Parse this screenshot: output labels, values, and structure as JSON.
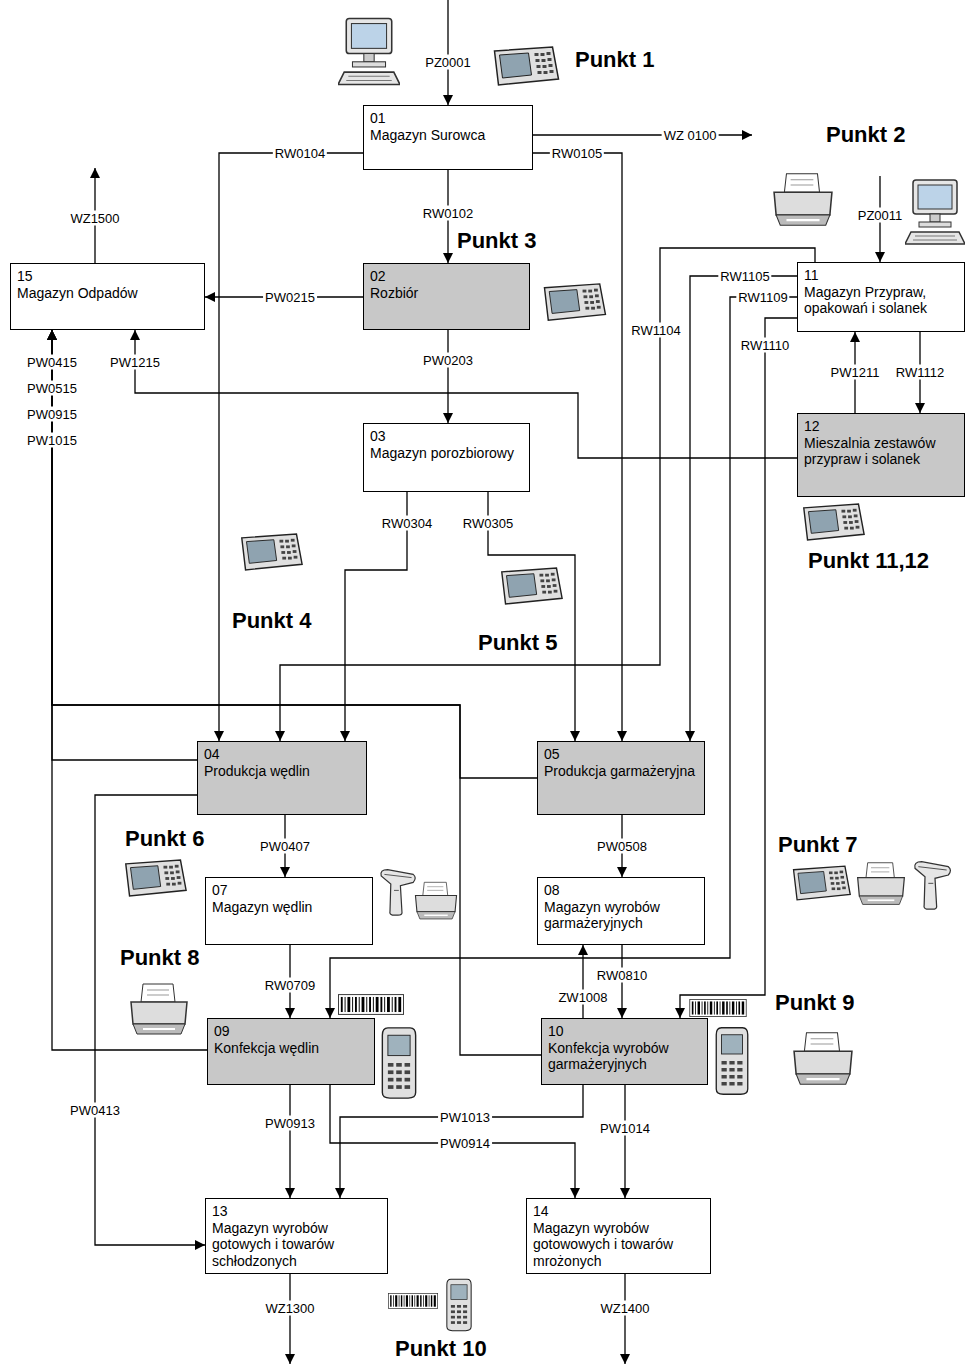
{
  "diagram": {
    "nodes": [
      {
        "text": [
          "01",
          "Magazyn Surowca"
        ]
      },
      {
        "text": [
          "15",
          "Magazyn Odpadów"
        ]
      },
      {
        "text": [
          "02",
          "Rozbiór"
        ]
      },
      {
        "text": [
          "11",
          "Magazyn Przypraw, opakowań i solanek"
        ]
      },
      {
        "text": [
          "03",
          "Magazyn porozbiorowy"
        ]
      },
      {
        "text": [
          "12",
          "Mieszalnia zestawów przypraw i solanek"
        ]
      },
      {
        "text": [
          "04",
          "Produkcja wędlin"
        ]
      },
      {
        "text": [
          "05",
          "Produkcja garmażeryjna"
        ]
      },
      {
        "text": [
          "07",
          "Magazyn wędlin"
        ]
      },
      {
        "text": [
          "08",
          "Magazyn wyrobów garmażeryjnych"
        ]
      },
      {
        "text": [
          "09",
          "Konfekcja wędlin"
        ]
      },
      {
        "text": [
          "10",
          "Konfekcja wyrobów garmażeryjnych"
        ]
      },
      {
        "text": [
          "13",
          "Magazyn wyrobów gotowych i towarów schłodzonych"
        ]
      },
      {
        "text": [
          "14",
          "Magazyn wyrobów gotowowych i towarów mrożonych"
        ]
      }
    ],
    "edges": [
      {
        "from": 0,
        "to": 2,
        "label": "RW0102",
        "arrow": "to"
      },
      {
        "from": 0,
        "to": 6,
        "label": "RW0104",
        "arrow": "to"
      },
      {
        "from": 0,
        "to": 7,
        "label": "RW0105",
        "arrow": "to"
      },
      {
        "from": 2,
        "to": 1,
        "label": "PW0215",
        "arrow": "to"
      },
      {
        "from": 2,
        "to": 4,
        "label": "PW0203",
        "arrow": "to"
      },
      {
        "from": 5,
        "to": 1,
        "label": "PW1215",
        "arrow": "to"
      },
      {
        "from": 3,
        "to": 6,
        "label": "RW1104",
        "arrow": "to"
      },
      {
        "from": 3,
        "to": 7,
        "label": "RW1105",
        "arrow": "to"
      },
      {
        "from": 3,
        "to": 10,
        "label": "RW1109",
        "arrow": "to"
      },
      {
        "from": 3,
        "to": 11,
        "label": "RW1110",
        "arrow": "to"
      },
      {
        "from": 5,
        "to": 3,
        "label": "PW1211",
        "arrow": "to"
      },
      {
        "from": 3,
        "to": 5,
        "label": "RW1112",
        "arrow": "to"
      },
      {
        "from": 4,
        "to": 6,
        "label": "RW0304",
        "arrow": "to"
      },
      {
        "from": 4,
        "to": 7,
        "label": "RW0305",
        "arrow": "to"
      },
      {
        "from": 6,
        "to": 1,
        "label": "PW0415",
        "arrow": "to"
      },
      {
        "from": 7,
        "to": 1,
        "label": "PW0515",
        "arrow": "to"
      },
      {
        "from": 10,
        "to": 1,
        "label": "PW0915",
        "arrow": "to"
      },
      {
        "from": 11,
        "to": 1,
        "label": "PW1015",
        "arrow": "to"
      },
      {
        "from": 6,
        "to": 8,
        "label": "PW0407",
        "arrow": "to"
      },
      {
        "from": 6,
        "to": 12,
        "label": "PW0413",
        "arrow": "to"
      },
      {
        "from": 7,
        "to": 9,
        "label": "PW0508",
        "arrow": "to"
      },
      {
        "from": 8,
        "to": 10,
        "label": "RW0709",
        "arrow": "to"
      },
      {
        "from": 9,
        "to": 11,
        "label": "RW0810",
        "arrow": "to"
      },
      {
        "from": 11,
        "to": 9,
        "label": "ZW1008",
        "arrow": "to"
      },
      {
        "from": 10,
        "to": 12,
        "label": "PW0913",
        "arrow": "to"
      },
      {
        "from": 10,
        "to": 13,
        "label": "PW0914",
        "arrow": "to"
      },
      {
        "from": 11,
        "to": 12,
        "label": "PW1013",
        "arrow": "to"
      },
      {
        "from": 11,
        "to": 13,
        "label": "PW1014",
        "arrow": "to"
      }
    ],
    "labels": [
      "PZ0001",
      "Punkt 1",
      "WZ 0100",
      "Punkt 2",
      "PZ0011",
      "WZ1500",
      "Punkt 3",
      "Punkt 11,12",
      "Punkt 4",
      "Punkt 5",
      "Punkt 6",
      "Punkt 7",
      "Punkt 8",
      "Punkt 9",
      "WZ1300",
      "WZ1400",
      "Punkt 10"
    ]
  }
}
